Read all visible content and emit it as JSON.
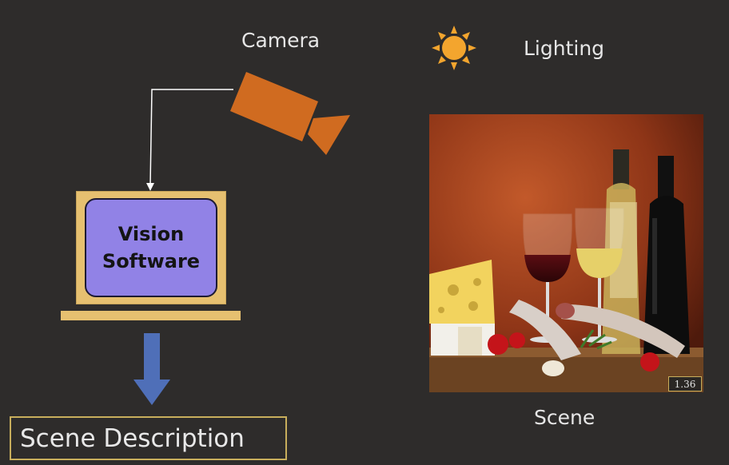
{
  "labels": {
    "camera": "Camera",
    "lighting": "Lighting",
    "scene": "Scene",
    "software_line1": "Vision",
    "software_line2": "Software",
    "output": "Scene Description",
    "photo_badge": "1.36"
  },
  "icons": {
    "camera": "camera-icon",
    "sun": "sun-icon",
    "arrow": "down-arrow-icon"
  },
  "colors": {
    "background": "#2e2c2b",
    "camera": "#d06b20",
    "sun": "#f3a52e",
    "monitor_frame": "#e6c070",
    "screen": "#9182e6",
    "arrow": "#4f6fb8",
    "connector": "#ffffff",
    "box_border": "#c8ae5c"
  },
  "scene_photo": {
    "subject": "wine-bottles-glasses-cheese-salami-tomatoes"
  }
}
